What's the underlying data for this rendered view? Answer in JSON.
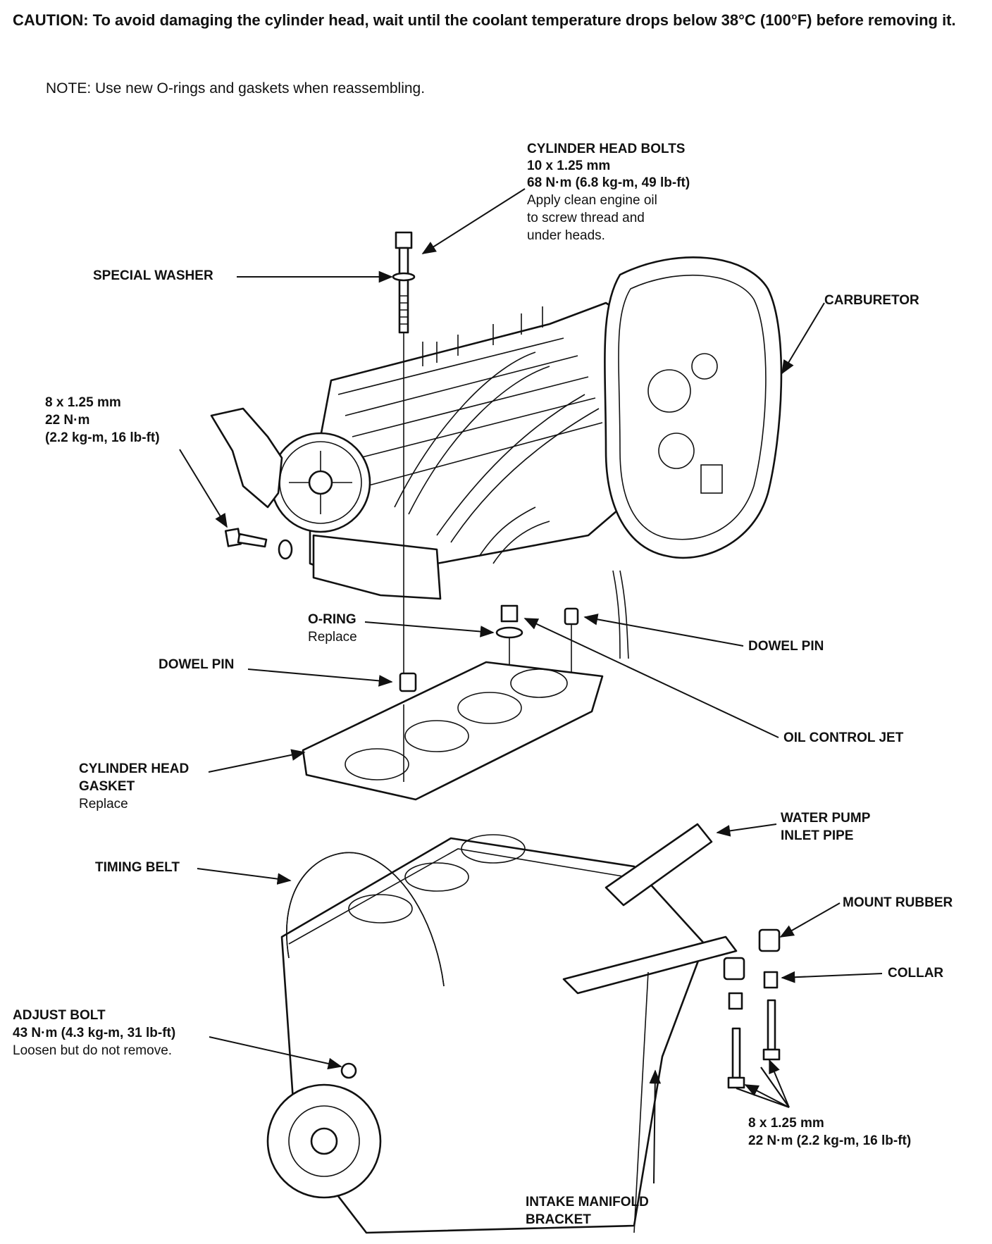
{
  "caution": {
    "heading": "CAUTION:",
    "text": "To avoid damaging the cylinder head, wait until the coolant temperature drops below 38°C (100°F) before removing it."
  },
  "note": "NOTE:  Use new O-rings and gaskets when reassembling.",
  "labels": {
    "head_bolts": {
      "title": "CYLINDER HEAD BOLTS",
      "size": "10 x 1.25 mm",
      "torque": "68 N·m (6.8 kg-m, 49 lb-ft)",
      "note1": "Apply clean engine oil",
      "note2": "to screw thread and",
      "note3": "under heads."
    },
    "special_washer": "SPECIAL WASHER",
    "carburetor": "CARBURETOR",
    "bracket_bolt": {
      "size": "8 x 1.25 mm",
      "torque": "22 N·m",
      "torque_alt": "(2.2 kg-m, 16 lb-ft)"
    },
    "o_ring": {
      "title": "O-RING",
      "note": "Replace"
    },
    "dowel_pin_right": "DOWEL PIN",
    "dowel_pin_left": "DOWEL PIN",
    "oil_control_jet": "OIL CONTROL JET",
    "head_gasket": {
      "line1": "CYLINDER HEAD",
      "line2": "GASKET",
      "note": "Replace"
    },
    "water_pump": {
      "line1": "WATER PUMP",
      "line2": "INLET PIPE"
    },
    "timing_belt": "TIMING BELT",
    "mount_rubber": "MOUNT RUBBER",
    "collar": "COLLAR",
    "adjust_bolt": {
      "title": "ADJUST BOLT",
      "torque": "43 N·m (4.3 kg-m, 31 lb-ft)",
      "note": "Loosen but do not remove."
    },
    "mount_bolts": {
      "size": "8 x 1.25 mm",
      "torque": "22 N·m (2.2 kg-m, 16 lb-ft)"
    },
    "intake_bracket": {
      "line1": "INTAKE MANIFOLD",
      "line2": "BRACKET"
    }
  }
}
